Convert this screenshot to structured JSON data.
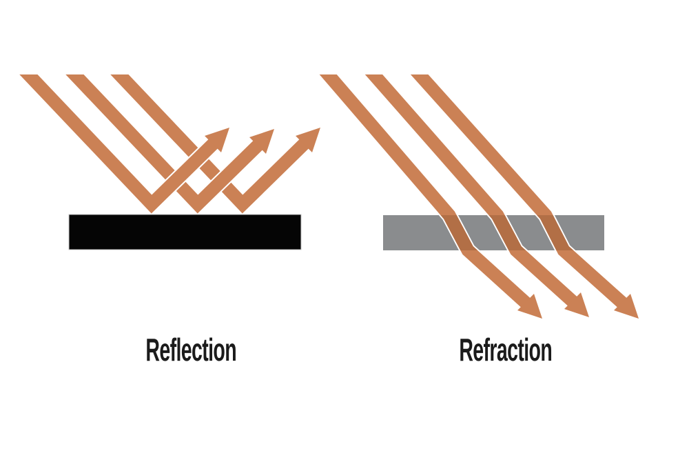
{
  "diagram": {
    "left": {
      "label": "Reflection",
      "ray_count": 3,
      "surface": "opaque-black-surface"
    },
    "right": {
      "label": "Refraction",
      "ray_count": 3,
      "medium": "translucent-gray-slab"
    }
  },
  "colors": {
    "arrow": "#CB8155",
    "arrow_outline": "#FFFFFF",
    "arrow_in_medium": "#B26F46",
    "reflection_surface": "#050505",
    "refraction_medium": "#8A8C8E",
    "label_text": "#1B1B1B",
    "background": "#FFFFFF"
  }
}
